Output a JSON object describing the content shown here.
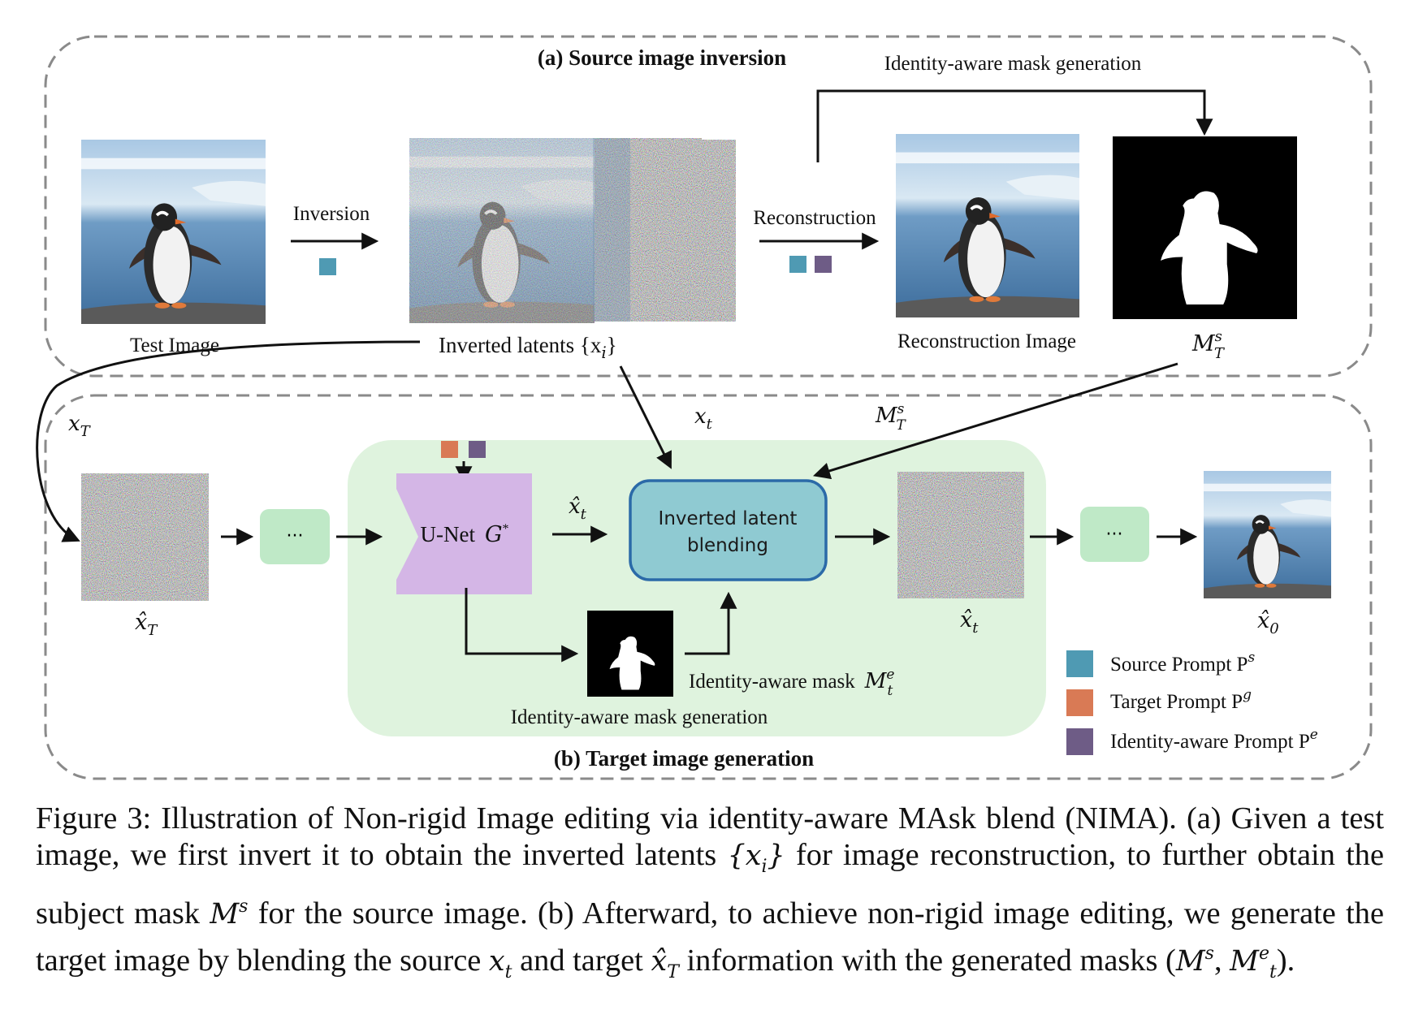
{
  "panel_a": {
    "title": "(a) Source image inversion",
    "mask_gen_top": "Identity-aware mask generation",
    "test_image_label": "Test Image",
    "inversion_label": "Inversion",
    "latents_label": "Inverted latents {x",
    "latents_sub": "i",
    "latents_close": "}",
    "reconstruction_label": "Reconstruction",
    "reconstruction_image_label": "Reconstruction Image",
    "mask_label": "M",
    "mask_sup": "s",
    "mask_sub": "T"
  },
  "panel_b": {
    "title": "(b) Target image generation",
    "xT_label": "x",
    "xT_sub": "T",
    "xt_label": "x",
    "xt_sub": "t",
    "mask_arrow_label": "M",
    "mask_arrow_sup": "s",
    "mask_arrow_sub": "T",
    "hat_xT": "x̂",
    "hat_xT_sub": "T",
    "ellipsis_1": "···",
    "unet_label": "U-Net",
    "unet_g": "G",
    "unet_star": "*",
    "hat_xt_mid": "x̂",
    "hat_xt_mid_sub": "t",
    "blend_line1": "Inverted latent",
    "blend_line2": "blending",
    "hat_xt_out": "x̂",
    "hat_xt_out_sub": "t",
    "ellipsis_2": "···",
    "hat_x0": "x̂",
    "hat_x0_sub": "0",
    "identity_mask_label": "Identity-aware mask",
    "identity_mask_m": "M",
    "identity_mask_sup": "e",
    "identity_mask_sub": "t",
    "mask_gen_bottom": "Identity-aware mask generation"
  },
  "legend": [
    {
      "label": "Source Prompt P",
      "sup": "s",
      "color": "#4f9ab3"
    },
    {
      "label": "Target Prompt P",
      "sup": "g",
      "color": "#d97a55"
    },
    {
      "label": "Identity-aware Prompt P",
      "sup": "e",
      "color": "#6e5c86"
    }
  ],
  "colors": {
    "source_prompt": "#4f9ab3",
    "target_prompt": "#d97a55",
    "identity_prompt": "#6e5c86",
    "green_region": "#dff3de",
    "unet_fill": "#d4b6e6",
    "blend_fill": "#8fcad2",
    "blend_border": "#2b6aa8",
    "ellipsis_fill": "#bfe9c7"
  },
  "caption": {
    "p1": "Figure 3: Illustration of Non-rigid Image editing via identity-aware MAsk blend (NIMA). (a) Given a test image, we first invert it to obtain the inverted latents ",
    "m1": "{x",
    "m1sub": "i",
    "m1end": "}",
    "p2": " for image reconstruction, to further obtain the subject mask ",
    "m2": "M",
    "m2sup": "s",
    "p3": " for the source image. (b) Afterward, to achieve non-rigid image editing, we generate the target image by blending the source ",
    "m3": "x",
    "m3sub": "t",
    "p4": " and target ",
    "m4": "x̂",
    "m4sub": "T",
    "p5": " information with the generated masks (",
    "m5": "M",
    "m5sup": "s",
    "p6": ", ",
    "m6": "M",
    "m6sup": "e",
    "m6sub": "t",
    "p7": ")."
  }
}
